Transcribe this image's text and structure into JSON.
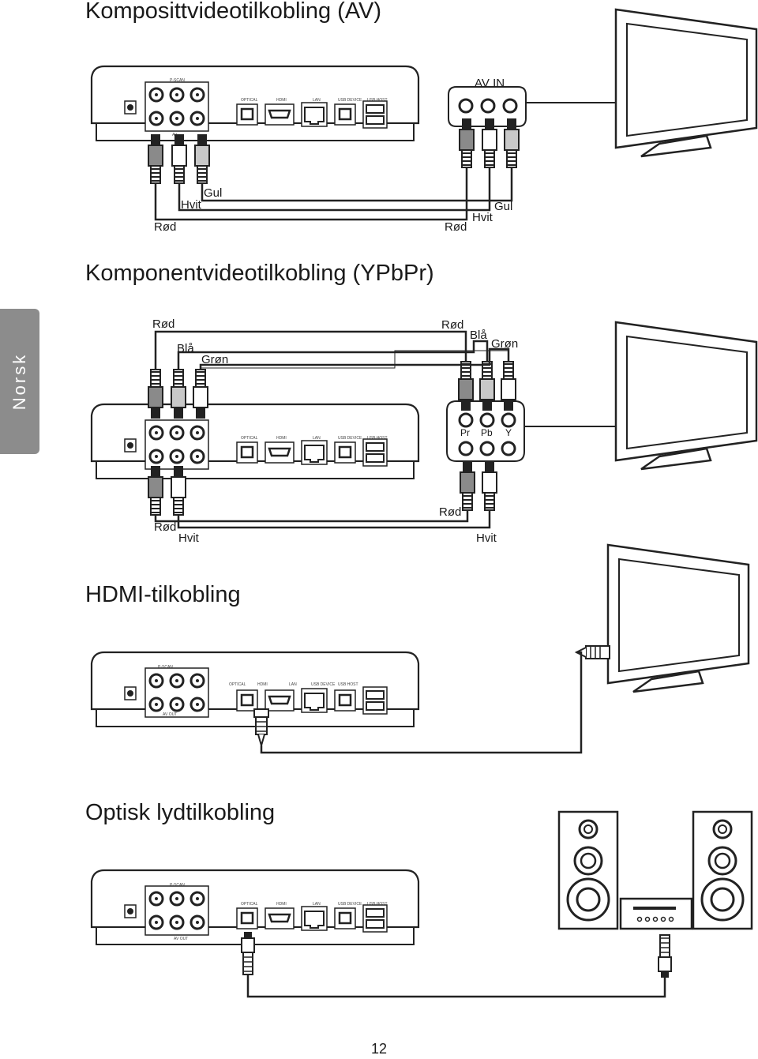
{
  "titles": {
    "composite": "Komposittvideotilkobling (AV)",
    "component": "Komponentvideotilkobling (YPbPr)",
    "hdmi": "HDMI-tilkobling",
    "optical": "Optisk lydtilkobling"
  },
  "side_tab": "Norsk",
  "port_labels": {
    "pscan": "P-SCAN",
    "optical": "OPTICAL",
    "hdmi": "HDMI",
    "lan": "LAN",
    "usb_device": "USB DEVICE",
    "usb_host": "USB HOST",
    "av": "AV",
    "av_out": "AV OUT"
  },
  "tv_labels": {
    "av_in": "AV IN",
    "pr": "Pr",
    "pb": "Pb",
    "y": "Y"
  },
  "cable_labels": {
    "rod": "Rød",
    "hvit": "Hvit",
    "gul": "Gul",
    "bla": "Blå",
    "gron": "Grøn"
  },
  "page_number": "12"
}
